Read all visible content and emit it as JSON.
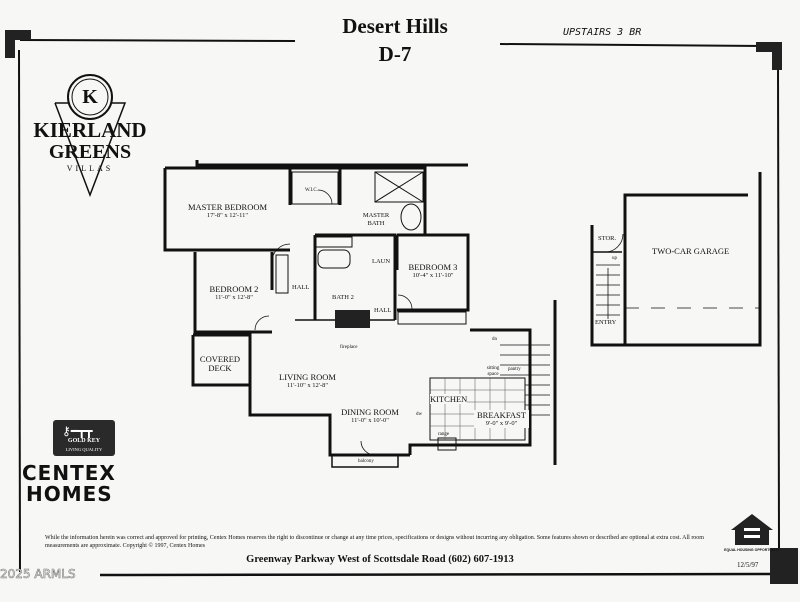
{
  "header": {
    "title": "Desert Hills",
    "model": "D-7",
    "handwritten_note": "UPSTAIRS 3 BR"
  },
  "logo": {
    "monogram": "K",
    "line1": "KIERLAND",
    "line2": "GREENS",
    "line3": "VILLAS"
  },
  "gold_key": {
    "line1": "GOLD KEY",
    "line2": "LIVING QUALITY"
  },
  "builder": {
    "line1": "CENTEX",
    "line2": "HOMES"
  },
  "rooms": {
    "master_bedroom": {
      "name": "MASTER BEDROOM",
      "dim": "17'-8\" x 12'-11\""
    },
    "wic": {
      "name": "W.I.C."
    },
    "master_bath": {
      "name": "MASTER BATH"
    },
    "laun": {
      "name": "LAUN"
    },
    "bedroom2": {
      "name": "BEDROOM 2",
      "dim": "11'-0\" x 12'-8\""
    },
    "bedroom3": {
      "name": "BEDROOM 3",
      "dim": "10'-4\" x 11'-10\""
    },
    "hall1": {
      "name": "HALL"
    },
    "hall2": {
      "name": "HALL"
    },
    "bath2": {
      "name": "BATH 2"
    },
    "fireplace": {
      "name": "fireplace"
    },
    "covered_deck": {
      "name": "COVERED DECK"
    },
    "living_room": {
      "name": "LIVING ROOM",
      "dim": "11'-10\" x 12'-8\""
    },
    "dining_room": {
      "name": "DINING ROOM",
      "dim": "11'-0\" x 10'-0\""
    },
    "kitchen": {
      "name": "KITCHEN"
    },
    "breakfast": {
      "name": "BREAKFAST",
      "dim": "9'-0\" x 9'-0\""
    },
    "sitting_space": {
      "name": "sitting space"
    },
    "pantry": {
      "name": "pantry"
    },
    "dw": {
      "name": "dw"
    },
    "range": {
      "name": "range"
    },
    "balcony": {
      "name": "balcony"
    },
    "dn": {
      "name": "dn"
    },
    "garage": {
      "name": "TWO-CAR GARAGE"
    },
    "stor": {
      "name": "STOR."
    },
    "entry": {
      "name": "ENTRY"
    },
    "up": {
      "name": "up"
    }
  },
  "footer": {
    "disclaimer": "While the information herein was correct and approved for printing, Centex Homes reserves the right to discontinue or change at any time prices, specifications or designs without incurring any obligation. Some features shown or described are optional at extra cost. All room measurements are approximate. Copyright © 1997, Centex Homes",
    "address": "Greenway Parkway West of Scottsdale Road (602) 607-1913",
    "date": "12/5/97",
    "equal_housing": "EQUAL HOUSING OPPORTUNITY",
    "watermark": "2025 ARMLS"
  }
}
